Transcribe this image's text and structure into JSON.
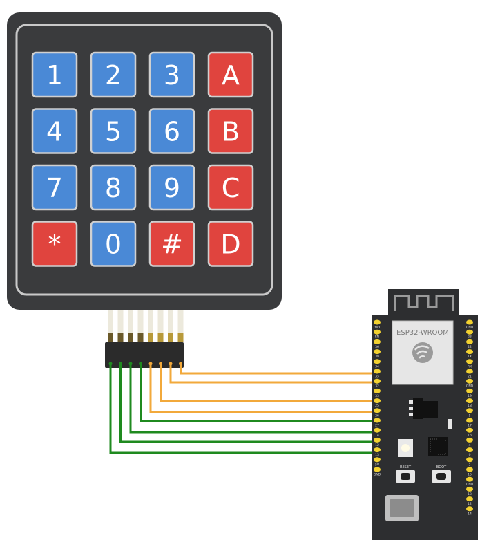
{
  "keypad": {
    "keys": [
      {
        "label": "1",
        "color": "blue"
      },
      {
        "label": "2",
        "color": "blue"
      },
      {
        "label": "3",
        "color": "blue"
      },
      {
        "label": "A",
        "color": "red"
      },
      {
        "label": "4",
        "color": "blue"
      },
      {
        "label": "5",
        "color": "blue"
      },
      {
        "label": "6",
        "color": "blue"
      },
      {
        "label": "B",
        "color": "red"
      },
      {
        "label": "7",
        "color": "blue"
      },
      {
        "label": "8",
        "color": "blue"
      },
      {
        "label": "9",
        "color": "blue"
      },
      {
        "label": "C",
        "color": "red"
      },
      {
        "label": "*",
        "color": "red"
      },
      {
        "label": "0",
        "color": "blue"
      },
      {
        "label": "#",
        "color": "red"
      },
      {
        "label": "D",
        "color": "red"
      }
    ],
    "colors": {
      "body": "#3a3b3d",
      "border": "#c9c9c9",
      "blue": "#4a89d6",
      "red": "#e0443e",
      "key_text": "#ffffff"
    }
  },
  "board": {
    "module_label": "ESP32-WROOM",
    "reset_label": "RESET",
    "boot_label": "BOOT",
    "left_pins": [
      "3V3",
      "EN",
      "36",
      "39",
      "34",
      "35",
      "32",
      "33",
      "25",
      "26",
      "27",
      "14",
      "12",
      "13",
      "5V",
      "GND"
    ],
    "right_pins": [
      "GND",
      "23",
      "22",
      "TX",
      "RX",
      "21",
      "GND",
      "19",
      "18",
      "5",
      "17",
      "16",
      "4",
      "0",
      "2",
      "15",
      "GND",
      "13",
      "12",
      "14"
    ],
    "colors": {
      "pcb": "#2d2e30",
      "pin": "#f3d230",
      "module": "#e6e6e6"
    }
  },
  "wires": {
    "colors": {
      "rows": "#f2a93b",
      "cols": "#1f8a1f"
    }
  }
}
